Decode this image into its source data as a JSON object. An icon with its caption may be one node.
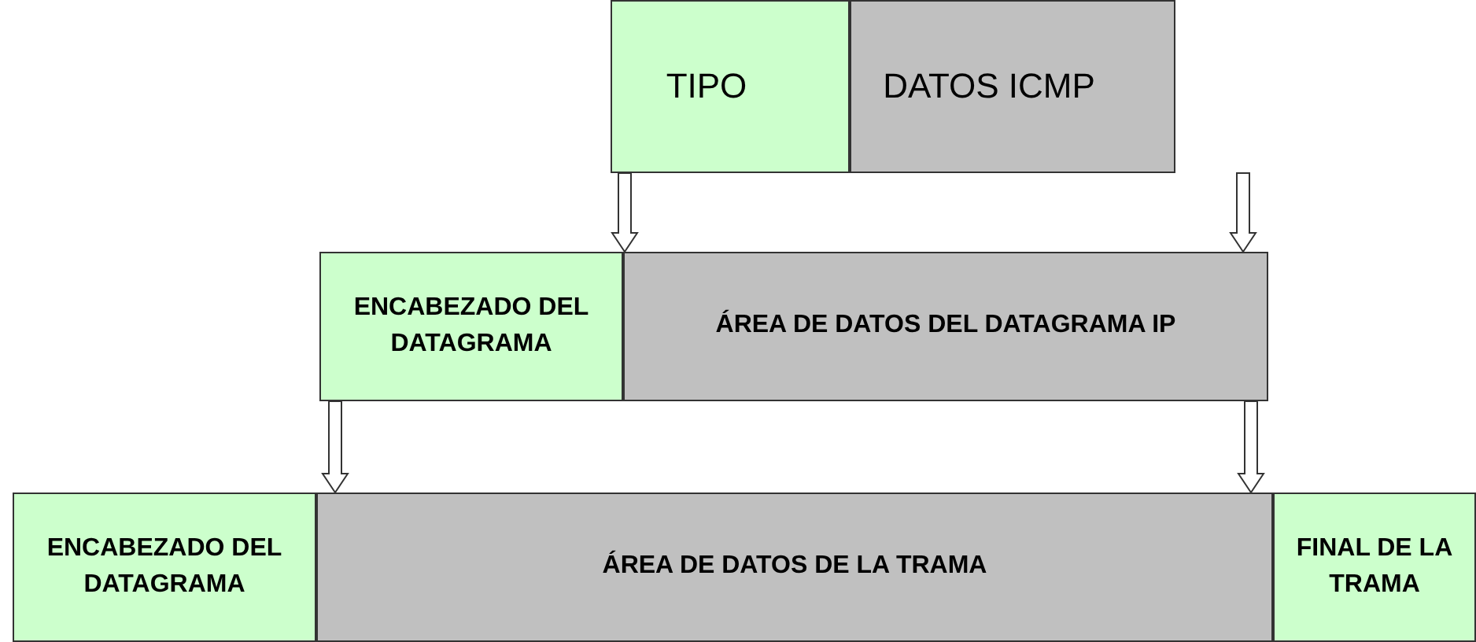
{
  "diagram": {
    "nodes": [
      {
        "text": [
          "TIPO"
        ]
      },
      {
        "text": [
          "DATOS ICMP"
        ]
      },
      {
        "text": [
          "ENCABEZADO DEL DATAGRAMA"
        ]
      },
      {
        "text": [
          "ÁREA DE DATOS DEL DATAGRAMA IP"
        ]
      },
      {
        "text": [
          "ENCABEZADO DEL DATAGRAMA"
        ]
      },
      {
        "text": [
          "ÁREA DE DATOS DE LA TRAMA"
        ]
      },
      {
        "text": [
          "FINAL DE LA TRAMA"
        ]
      }
    ],
    "edges": [
      {
        "from": 0,
        "to": 3,
        "arrow": "to"
      },
      {
        "from": 1,
        "to": 3,
        "arrow": "to"
      },
      {
        "from": 2,
        "to": 5,
        "arrow": "to"
      },
      {
        "from": 3,
        "to": 5,
        "arrow": "to"
      }
    ]
  }
}
